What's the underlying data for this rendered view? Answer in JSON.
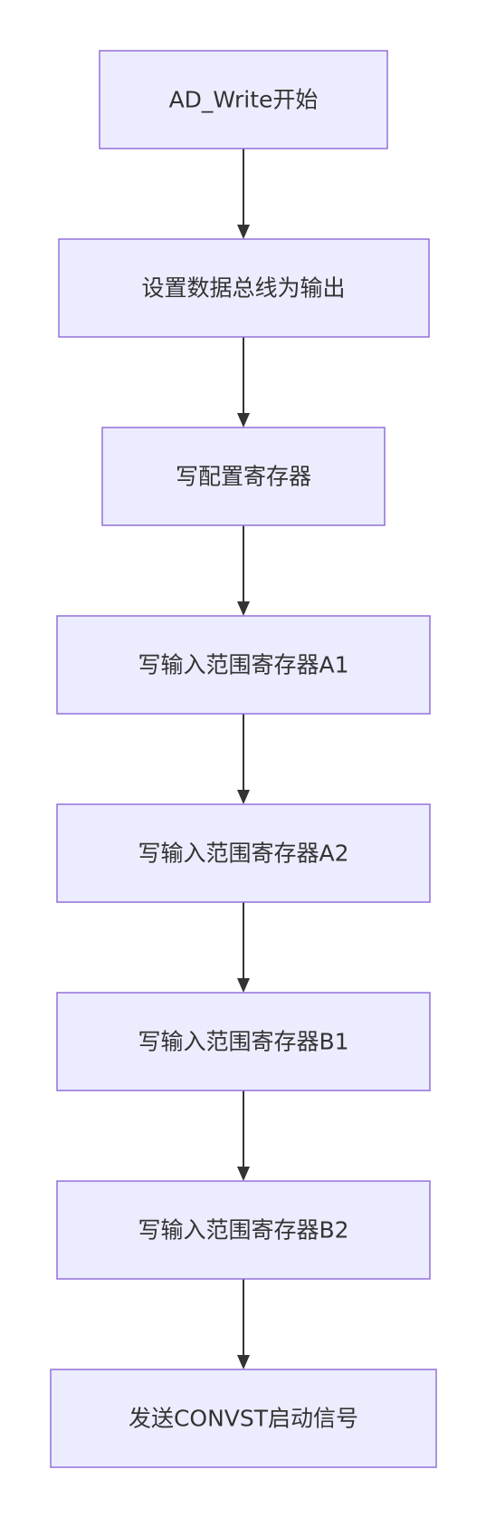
{
  "diagram": {
    "nodes": [
      {
        "id": "n1",
        "label": "AD_Write开始"
      },
      {
        "id": "n2",
        "label": "设置数据总线为输出"
      },
      {
        "id": "n3",
        "label": "写配置寄存器"
      },
      {
        "id": "n4",
        "label": "写输入范围寄存器A1"
      },
      {
        "id": "n5",
        "label": "写输入范围寄存器A2"
      },
      {
        "id": "n6",
        "label": "写输入范围寄存器B1"
      },
      {
        "id": "n7",
        "label": "写输入范围寄存器B2"
      },
      {
        "id": "n8",
        "label": "发送CONVST启动信号"
      }
    ],
    "edges": [
      {
        "from": "n1",
        "to": "n2"
      },
      {
        "from": "n2",
        "to": "n3"
      },
      {
        "from": "n3",
        "to": "n4"
      },
      {
        "from": "n4",
        "to": "n5"
      },
      {
        "from": "n5",
        "to": "n6"
      },
      {
        "from": "n6",
        "to": "n7"
      },
      {
        "from": "n7",
        "to": "n8"
      }
    ],
    "colors": {
      "node_fill": "#ececff",
      "node_stroke": "#9370db",
      "edge": "#333333",
      "text": "#333333"
    }
  }
}
